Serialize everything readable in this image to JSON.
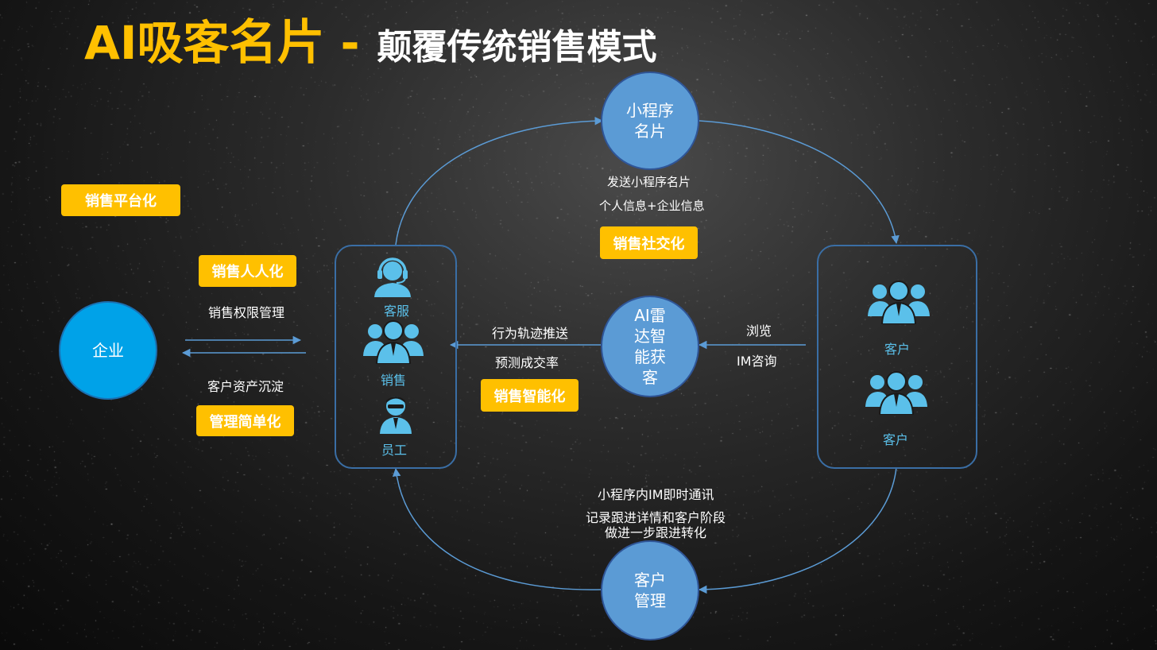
{
  "title": {
    "part1": "AI吸客",
    "part2": "名片",
    "dash": "-",
    "part3": "颠覆传统销售模式"
  },
  "nodes": {
    "top": "小程序名片",
    "center": "AI雷达智能获客",
    "bottom": "客户管理",
    "enterprise": "企业"
  },
  "tags": {
    "platform": "销售平台化",
    "personal": "销售人人化",
    "simplify": "管理简单化",
    "social": "销售社交化",
    "smart": "销售智能化"
  },
  "labels": {
    "rights": "销售权限管理",
    "assets": "客户资产沉淀",
    "send_card": "发送小程序名片",
    "info": "个人信息+企业信息",
    "behavior": "行为轨迹推送",
    "predict": "预测成交率",
    "browse": "浏览",
    "im": "IM咨询",
    "im_chat": "小程序内IM即时通讯",
    "record": "记录跟进详情和客户阶段",
    "follow": "做进一步跟进转化"
  },
  "staff": {
    "service": "客服",
    "sales": "销售",
    "employee": "员工"
  },
  "customers": {
    "c1": "客户",
    "c2": "客户"
  },
  "colors": {
    "accent": "#ffc000",
    "node": "#5b9bd5",
    "enterprise": "#00a2e8",
    "line": "#5b9bd5",
    "icon": "#5bc0ea"
  }
}
